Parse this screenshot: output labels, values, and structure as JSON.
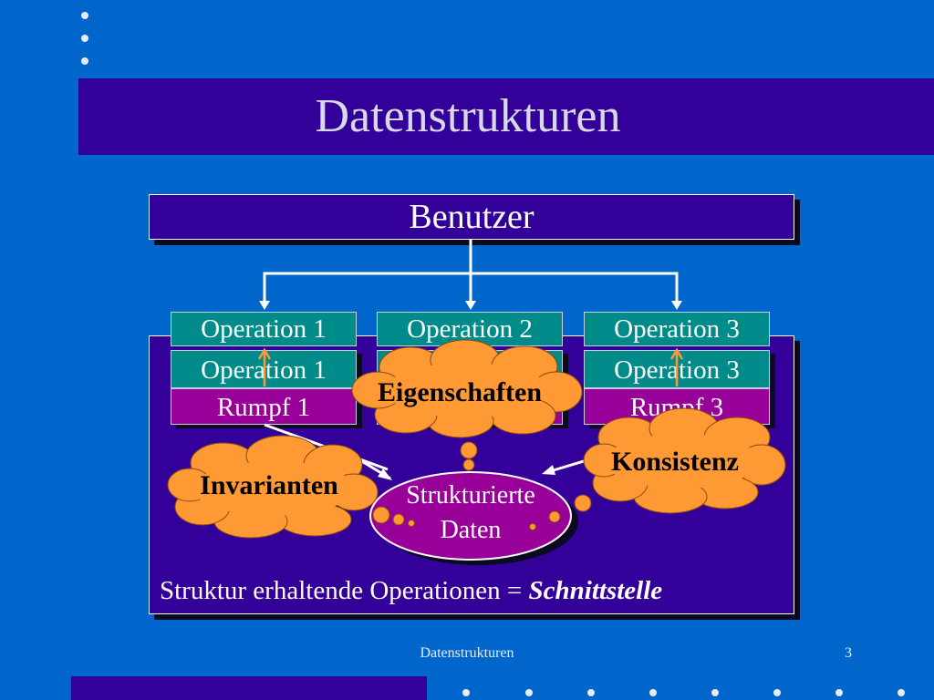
{
  "slide": {
    "title": "Datenstrukturen",
    "footer_text": "Datenstrukturen",
    "page_number": "3"
  },
  "diagram": {
    "user_label": "Benutzer",
    "columns": [
      {
        "top": "Operation 1",
        "middle": "Operation 1",
        "body": "Rumpf 1"
      },
      {
        "top": "Operation 2",
        "middle": "",
        "body": ""
      },
      {
        "top": "Operation 3",
        "middle": "Operation 3",
        "body": "Rumpf 3"
      }
    ],
    "center_ellipse": [
      "Strukturierte",
      "Daten"
    ],
    "clouds": {
      "eigenschaften": "Eigenschaften",
      "invarianten": "Invarianten",
      "konsistenz": "Konsistenz"
    },
    "footer_statement": "Struktur erhaltende Operationen =",
    "footer_statement_emphasis": "Schnittstelle"
  },
  "colors": {
    "background": "#0066CC",
    "title_bar": "#330099",
    "operation_box": "#008B8B",
    "rumpf_box": "#990099",
    "cloud": "#FF9933",
    "ellipse": "#990099",
    "arrow_orange": "#FF9933"
  }
}
